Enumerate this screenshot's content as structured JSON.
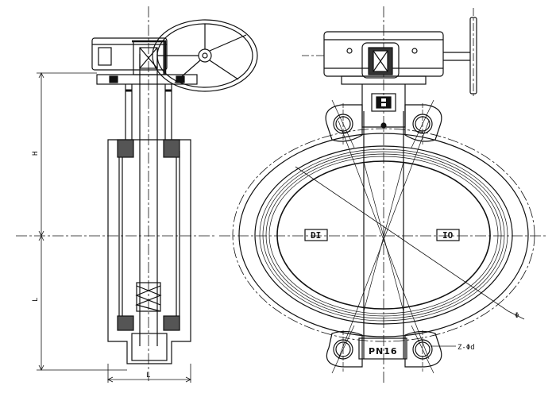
{
  "side_view": {
    "dims": {
      "upper_height": "H",
      "lower_height": "L",
      "body_width": "L"
    }
  },
  "front_view": {
    "left_tag": "DI",
    "right_tag": "IO",
    "pressure_label": "PN16",
    "diameter_label": "Φ",
    "bolt_label": "Z-Φd"
  }
}
